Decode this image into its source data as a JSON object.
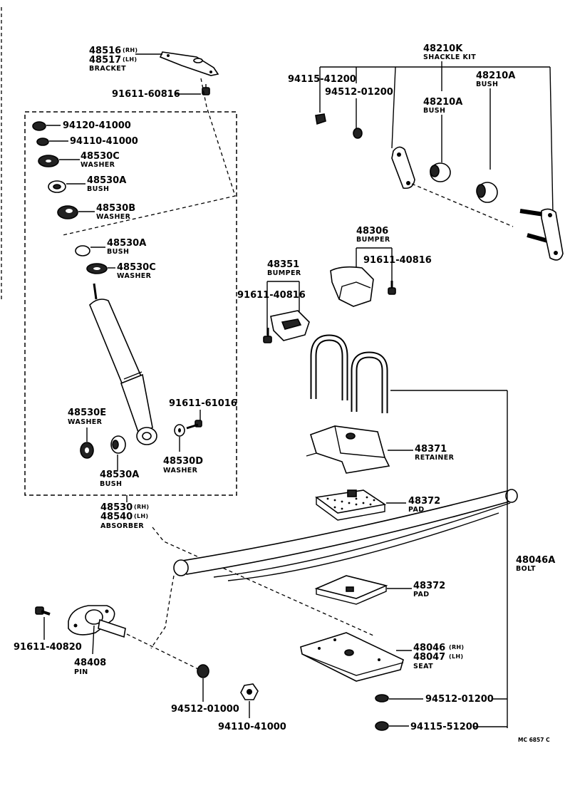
{
  "labels": {
    "bracket": {
      "line1": "48516",
      "suf1": "(RH)",
      "line2": "48517",
      "suf2": "(LH)",
      "name": "BRACKET"
    },
    "bolt_top": "91611-60816",
    "nut_94120": "94120-41000",
    "nut_94110_top": "94110-41000",
    "washer_c1": {
      "num": "48530C",
      "name": "WASHER"
    },
    "bush_a1": {
      "num": "48530A",
      "name": "BUSH"
    },
    "washer_b": {
      "num": "48530B",
      "name": "WASHER"
    },
    "bush_a2": {
      "num": "48530A",
      "name": "BUSH"
    },
    "washer_c2": {
      "num": "48530C",
      "name": "WASHER"
    },
    "washer_e": {
      "num": "48530E",
      "name": "WASHER"
    },
    "bush_a3": {
      "num": "48530A",
      "name": "BUSH"
    },
    "bolt_61016": "91611-61016",
    "washer_d": {
      "num": "48530D",
      "name": "WASHER"
    },
    "absorber": {
      "line1": "48530",
      "suf1": "(RH)",
      "line2": "48540",
      "suf2": "(LH)",
      "name": "ABSORBER"
    },
    "shackle_kit": {
      "num": "48210K",
      "name": "SHACKLE KIT"
    },
    "nut_94115_top": "94115-41200",
    "nut_94512_top": "94512-01200",
    "bush_48210a_1": {
      "num": "48210A",
      "name": "BUSH"
    },
    "bush_48210a_2": {
      "num": "48210A",
      "name": "BUSH"
    },
    "bumper_48306": {
      "num": "48306",
      "name": "BUMPER"
    },
    "bolt_40816_right": "91611-40816",
    "bumper_48351": {
      "num": "48351",
      "name": "BUMPER"
    },
    "bolt_40816_left": "91611-40816",
    "retainer": {
      "num": "48371",
      "name": "RETAINER"
    },
    "pad_top": {
      "num": "48372",
      "name": "PAD"
    },
    "bolt_48046a": {
      "num": "48046A",
      "name": "BOLT"
    },
    "pad_bottom": {
      "num": "48372",
      "name": "PAD"
    },
    "seat": {
      "line1": "48046",
      "suf1": "(RH)",
      "line2": "48047",
      "suf2": "(LH)",
      "name": "SEAT"
    },
    "nut_94512_bottom": "94512-01200",
    "nut_94115_bottom": "94115-51200",
    "bolt_40820": "91611-40820",
    "pin": {
      "num": "48408",
      "name": "PIN"
    },
    "nut_94512_01000": "94512-01000",
    "nut_94110_bottom": "94110-41000",
    "drawing_code": "MC 6857 C"
  }
}
